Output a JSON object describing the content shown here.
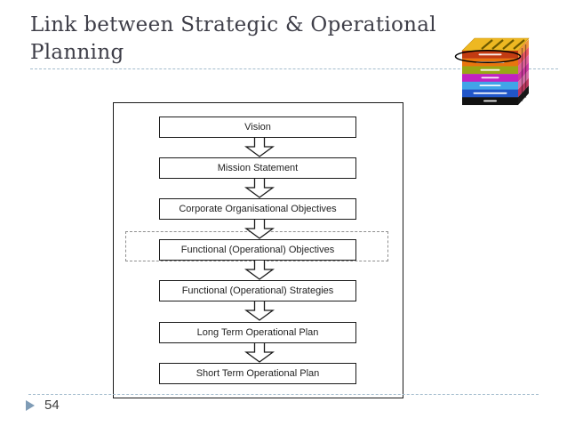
{
  "slide": {
    "title_line1": "Link between Strategic & Operational",
    "title_line2": "Planning",
    "page_number": "54"
  },
  "flowchart": {
    "boxes": [
      {
        "label": "Vision"
      },
      {
        "label": "Mission Statement"
      },
      {
        "label": "Corporate Organisational Objectives"
      },
      {
        "label": "Functional (Operational) Objectives"
      },
      {
        "label": "Functional (Operational) Strategies"
      },
      {
        "label": "Long Term Operational Plan"
      },
      {
        "label": "Short Term Operational Plan"
      }
    ],
    "highlighted_box_index": 3,
    "highlight_style": "dashed-outline"
  },
  "colors": {
    "title_text": "#3e3e48",
    "divider_dotted": "#a3bccd",
    "box_border": "#1a1a1a",
    "box_text": "#222222",
    "dashed_highlight_border": "#8f8f8f",
    "page_bullet": "#7f9cb6",
    "page_number_text": "#3d3d3d",
    "cube_top_face": "#eeb822",
    "cube_front_layers": [
      "#c23b12",
      "#e8750e",
      "#9aa715",
      "#c122c1",
      "#41a4e8",
      "#2156c9",
      "#121212"
    ]
  }
}
